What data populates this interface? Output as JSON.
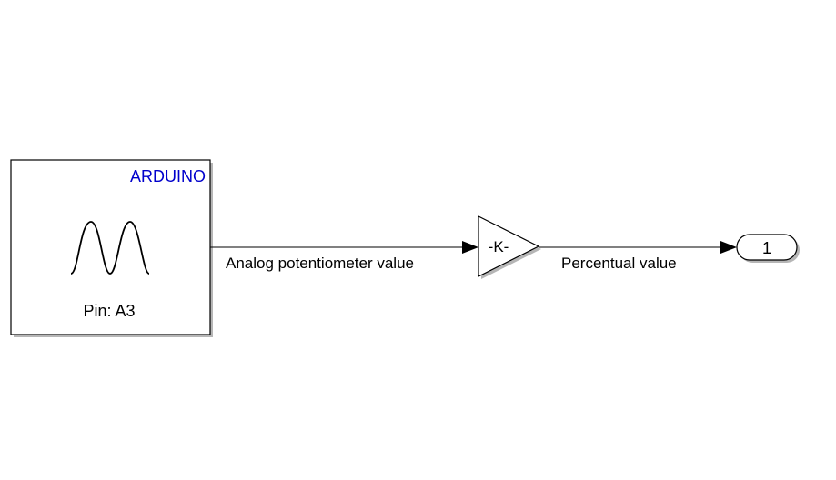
{
  "blocks": {
    "arduino_input": {
      "brand_label": "ARDUINO",
      "pin_label": "Pin: A3",
      "icon": "analog-waveform-icon",
      "brand_color": "#0000CC"
    },
    "gain": {
      "label": "-K-"
    },
    "outport": {
      "label": "1"
    }
  },
  "signals": {
    "input_to_gain": {
      "label": "Analog potentiometer value"
    },
    "gain_to_out": {
      "label": "Percentual value"
    }
  }
}
